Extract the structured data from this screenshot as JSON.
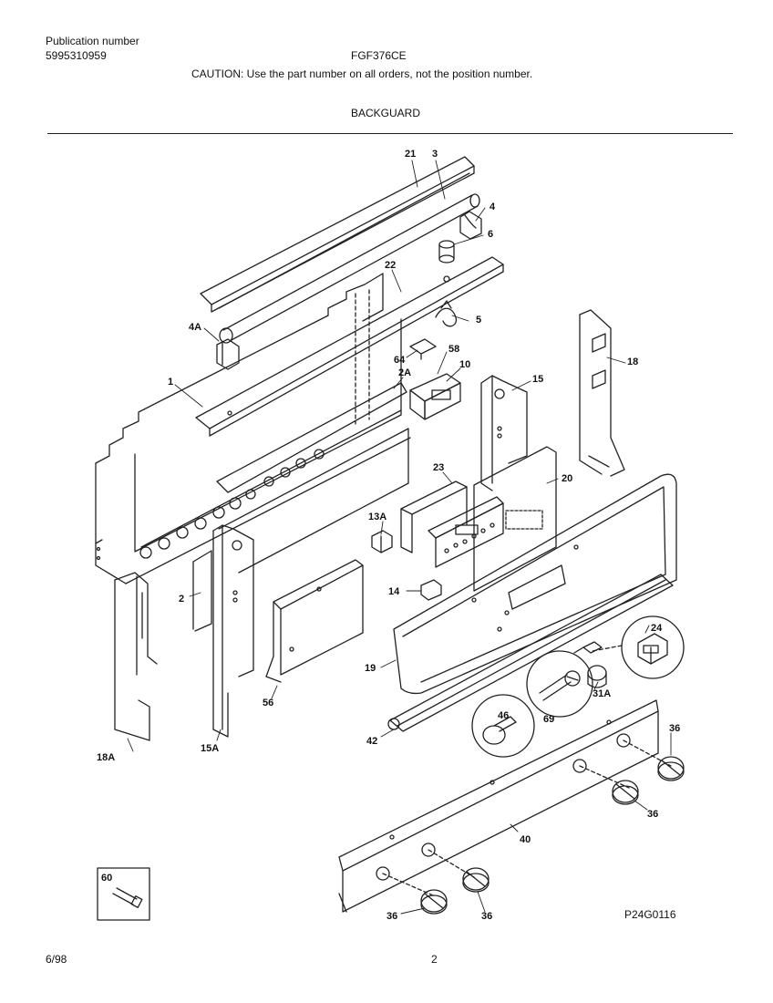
{
  "header": {
    "publication_label": "Publication number",
    "publication_number": "5995310959",
    "model": "FGF376CE",
    "caution": "CAUTION:  Use the part number on all orders, not the position number.",
    "section_title": "BACKGUARD"
  },
  "footer": {
    "date": "6/98",
    "page": "2",
    "drawing_code": "P24G0116"
  },
  "callouts": {
    "c21": "21",
    "c3": "3",
    "c4": "4",
    "c6": "6",
    "c22": "22",
    "c5": "5",
    "c4a": "4A",
    "c64": "64",
    "c58": "58",
    "c10": "10",
    "c2a": "2A",
    "c1": "1",
    "c15": "15",
    "c18": "18",
    "c23": "23",
    "c20": "20",
    "c13a": "13A",
    "c2": "2",
    "c14": "14",
    "c24": "24",
    "c19": "19",
    "c56": "56",
    "c31a": "31A",
    "c46": "46",
    "c69": "69",
    "c42": "42",
    "c36a": "36",
    "c36b": "36",
    "c36c": "36",
    "c36d": "36",
    "c40": "40",
    "c18a": "18A",
    "c15a": "15A",
    "c60": "60"
  }
}
